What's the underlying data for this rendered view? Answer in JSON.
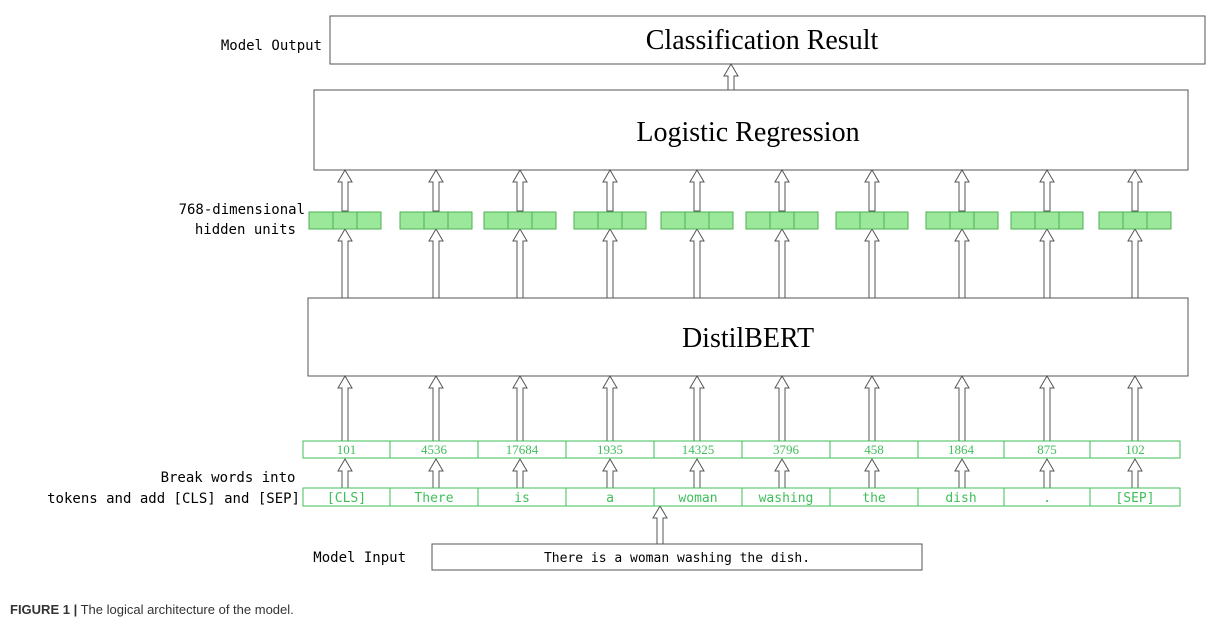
{
  "labels": {
    "model_output": "Model Output",
    "hidden_units_line1": "768-dimensional",
    "hidden_units_line2": "hidden units",
    "break_words_line1": "Break words into",
    "break_words_line2": "tokens and add [CLS] and [SEP]",
    "model_input": "Model Input"
  },
  "boxes": {
    "classification": "Classification Result",
    "logistic": "Logistic Regression",
    "distilbert": "DistilBERT",
    "input_sentence": "There is a woman washing the dish."
  },
  "token_ids": [
    "101",
    "4536",
    "17684",
    "1935",
    "14325",
    "3796",
    "458",
    "1864",
    "875",
    "102"
  ],
  "tokens": [
    "[CLS]",
    "There",
    "is",
    "a",
    "woman",
    "washing",
    "the",
    "dish",
    ".",
    "[SEP]"
  ],
  "caption": {
    "label": "FIGURE 1 |",
    "text": "The logical architecture of the model."
  },
  "colors": {
    "token_green": "#3fbf5a",
    "hidden_fill": "#9be89b",
    "hidden_stroke": "#4caf50"
  }
}
